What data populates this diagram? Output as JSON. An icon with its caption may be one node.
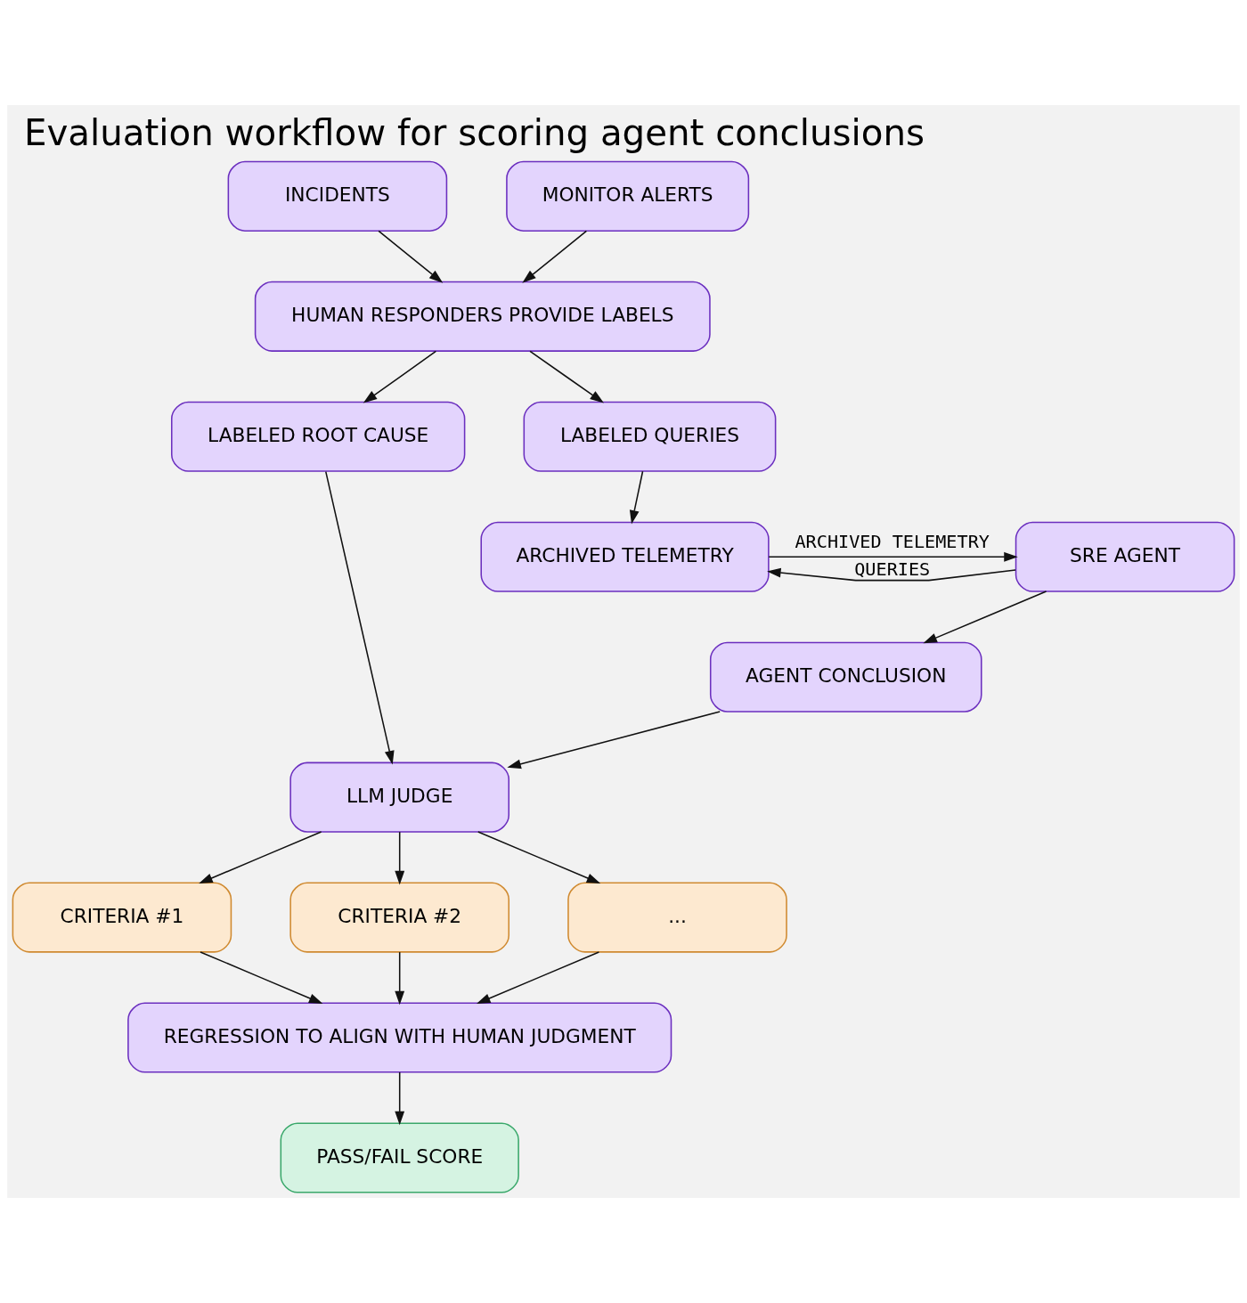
{
  "diagram": {
    "title": "Evaluation workflow for scoring agent conclusions",
    "nodes": [
      {
        "text": [
          "INCIDENTS"
        ]
      },
      {
        "text": [
          "MONITOR ALERTS"
        ]
      },
      {
        "text": [
          "HUMAN RESPONDERS PROVIDE LABELS"
        ]
      },
      {
        "text": [
          "LABELED ROOT CAUSE"
        ]
      },
      {
        "text": [
          "LABELED QUERIES"
        ]
      },
      {
        "text": [
          "ARCHIVED TELEMETRY"
        ]
      },
      {
        "text": [
          "SRE AGENT"
        ]
      },
      {
        "text": [
          "AGENT CONCLUSION"
        ]
      },
      {
        "text": [
          "LLM JUDGE"
        ]
      },
      {
        "text": [
          "CRITERIA #1"
        ]
      },
      {
        "text": [
          "CRITERIA #2"
        ]
      },
      {
        "text": [
          "..."
        ]
      },
      {
        "text": [
          "REGRESSION TO ALIGN WITH HUMAN JUDGMENT"
        ]
      },
      {
        "text": [
          "PASS/FAIL SCORE"
        ]
      }
    ],
    "edges": [
      {
        "from": 0,
        "to": 2,
        "arrow": "to"
      },
      {
        "from": 1,
        "to": 2,
        "arrow": "to"
      },
      {
        "from": 2,
        "to": 3,
        "arrow": "to"
      },
      {
        "from": 2,
        "to": 4,
        "arrow": "to"
      },
      {
        "from": 4,
        "to": 5,
        "arrow": "to"
      },
      {
        "from": 6,
        "to": 5,
        "arrow": "to",
        "label": "QUERIES"
      },
      {
        "from": 5,
        "to": 6,
        "arrow": "to",
        "label": "ARCHIVED TELEMETRY"
      },
      {
        "from": 6,
        "to": 7,
        "arrow": "to"
      },
      {
        "from": 3,
        "to": 8,
        "arrow": "to"
      },
      {
        "from": 7,
        "to": 8,
        "arrow": "to"
      },
      {
        "from": 8,
        "to": 9,
        "arrow": "to"
      },
      {
        "from": 8,
        "to": 10,
        "arrow": "to"
      },
      {
        "from": 8,
        "to": 11,
        "arrow": "to"
      },
      {
        "from": 9,
        "to": 12,
        "arrow": "to"
      },
      {
        "from": 10,
        "to": 12,
        "arrow": "to"
      },
      {
        "from": 11,
        "to": 12,
        "arrow": "to"
      },
      {
        "from": 12,
        "to": 13,
        "arrow": "to"
      }
    ]
  }
}
